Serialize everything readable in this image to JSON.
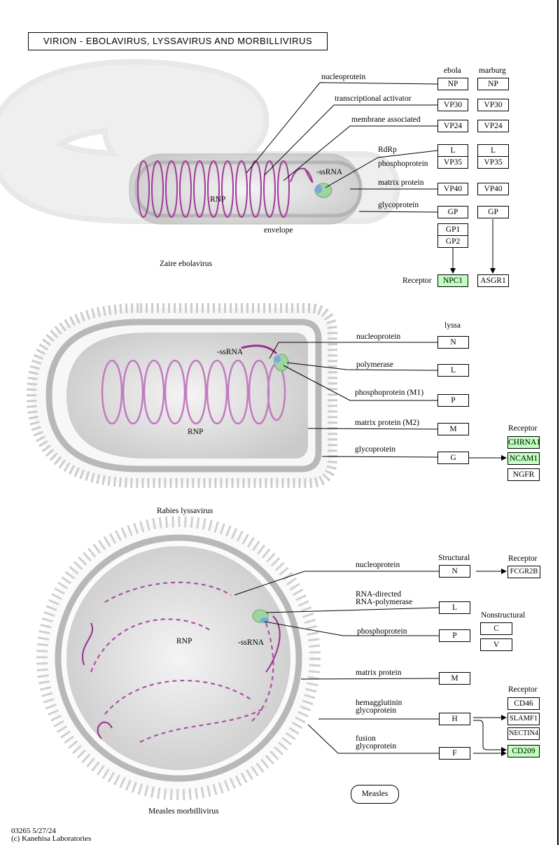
{
  "title": "VIRION - EBOLAVIRUS, LYSSAVIRUS AND MORBILLIVIRUS",
  "ebola": {
    "virus_name": "Zaire ebolavirus",
    "image_labels": {
      "rnp": "RNP",
      "envelope": "envelope",
      "ssrna": "-ssRNA"
    },
    "col_headers": [
      "ebola",
      "marburg"
    ],
    "labels": {
      "nucleoprotein": "nucleoprotein",
      "transcriptional_activator": "transcriptional activator",
      "membrane_associated": "membrane associated",
      "rdrp": "RdRp",
      "phosphoprotein": "phosphoprotein",
      "matrix_protein": "matrix protein",
      "glycoprotein": "glycoprotein",
      "receptor": "Receptor"
    },
    "ebola_genes": {
      "np": "NP",
      "vp30": "VP30",
      "vp24": "VP24",
      "l": "L",
      "vp35": "VP35",
      "vp40": "VP40",
      "gp": "GP",
      "gp1": "GP1",
      "gp2": "GP2",
      "receptor": "NPC1"
    },
    "marburg_genes": {
      "np": "NP",
      "vp30": "VP30",
      "vp24": "VP24",
      "l": "L",
      "vp35": "VP35",
      "vp40": "VP40",
      "gp": "GP",
      "receptor": "ASGR1"
    }
  },
  "rabies": {
    "virus_name": "Rabies lyssavirus",
    "image_labels": {
      "rnp": "RNP",
      "ssrna": "-ssRNA"
    },
    "col_header": "lyssa",
    "labels": {
      "nucleoprotein": "nucleoprotein",
      "polymerase": "polymerase",
      "phosphoprotein": "phosphoprotein (M1)",
      "matrix_protein": "matrix protein (M2)",
      "glycoprotein": "glycoprotein",
      "receptor": "Receptor"
    },
    "genes": {
      "n": "N",
      "l": "L",
      "p": "P",
      "m": "M",
      "g": "G"
    },
    "receptors": [
      "CHRNA1",
      "NCAM1",
      "NGFR"
    ]
  },
  "measles": {
    "virus_name": "Measles morbillivirus",
    "image_labels": {
      "rnp": "RNP",
      "ssrna": "-ssRNA"
    },
    "headers": {
      "structural": "Structural",
      "nonstructural": "Nonstructural",
      "receptor1": "Receptor",
      "receptor2": "Receptor"
    },
    "labels": {
      "nucleoprotein": "nucleoprotein",
      "rna_directed_1": "RNA-directed",
      "rna_directed_2": "RNA-polymerase",
      "phosphoprotein": "phosphoprotein",
      "matrix_protein": "matrix protein",
      "hemagglutinin_1": "hemagglutinin",
      "hemagglutinin_2": "glycoprotein",
      "fusion_1": "fusion",
      "fusion_2": "glycoprotein"
    },
    "genes": {
      "n": "N",
      "l": "L",
      "p": "P",
      "m": "M",
      "h": "H",
      "f": "F",
      "c": "C",
      "v": "V"
    },
    "receptors": {
      "fcgr2b": "FCGR2B",
      "cd46": "CD46",
      "slamf1": "SLAMF1",
      "nectin4": "NECTIN4",
      "cd209": "CD209"
    },
    "map_link": "Measles"
  },
  "footer": {
    "id_date": "03265 5/27/24",
    "copyright": "(c) Kanehisa Laboratories"
  },
  "colors": {
    "receptor_highlight": "#bfffbf",
    "rna": "#9b2d8f"
  }
}
